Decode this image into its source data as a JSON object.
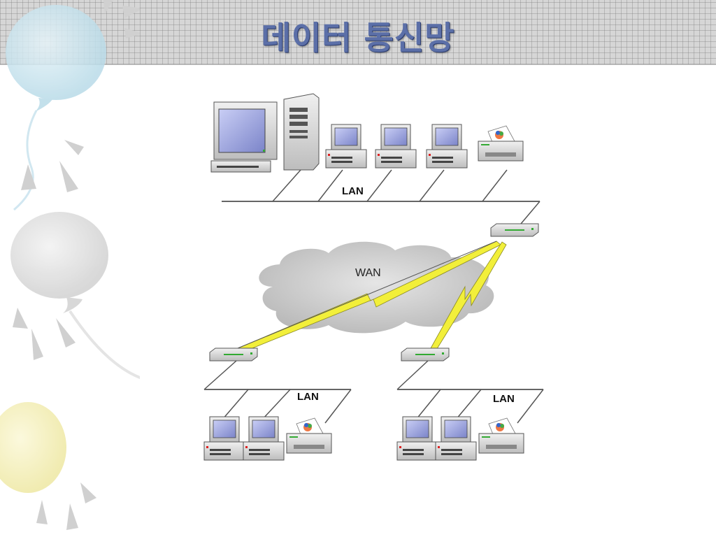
{
  "slide": {
    "title": "데이터 통신망"
  },
  "diagram": {
    "labels": {
      "lan_top": "LAN",
      "wan": "WAN",
      "lan_bottom_left": "LAN",
      "lan_bottom_right": "LAN"
    },
    "colors": {
      "title": "#5b6fa8",
      "lightning": "#f2ef3a",
      "cloud": "#cfcfcf",
      "device": "#d9d9d9",
      "screen": "#8f98d8"
    }
  }
}
